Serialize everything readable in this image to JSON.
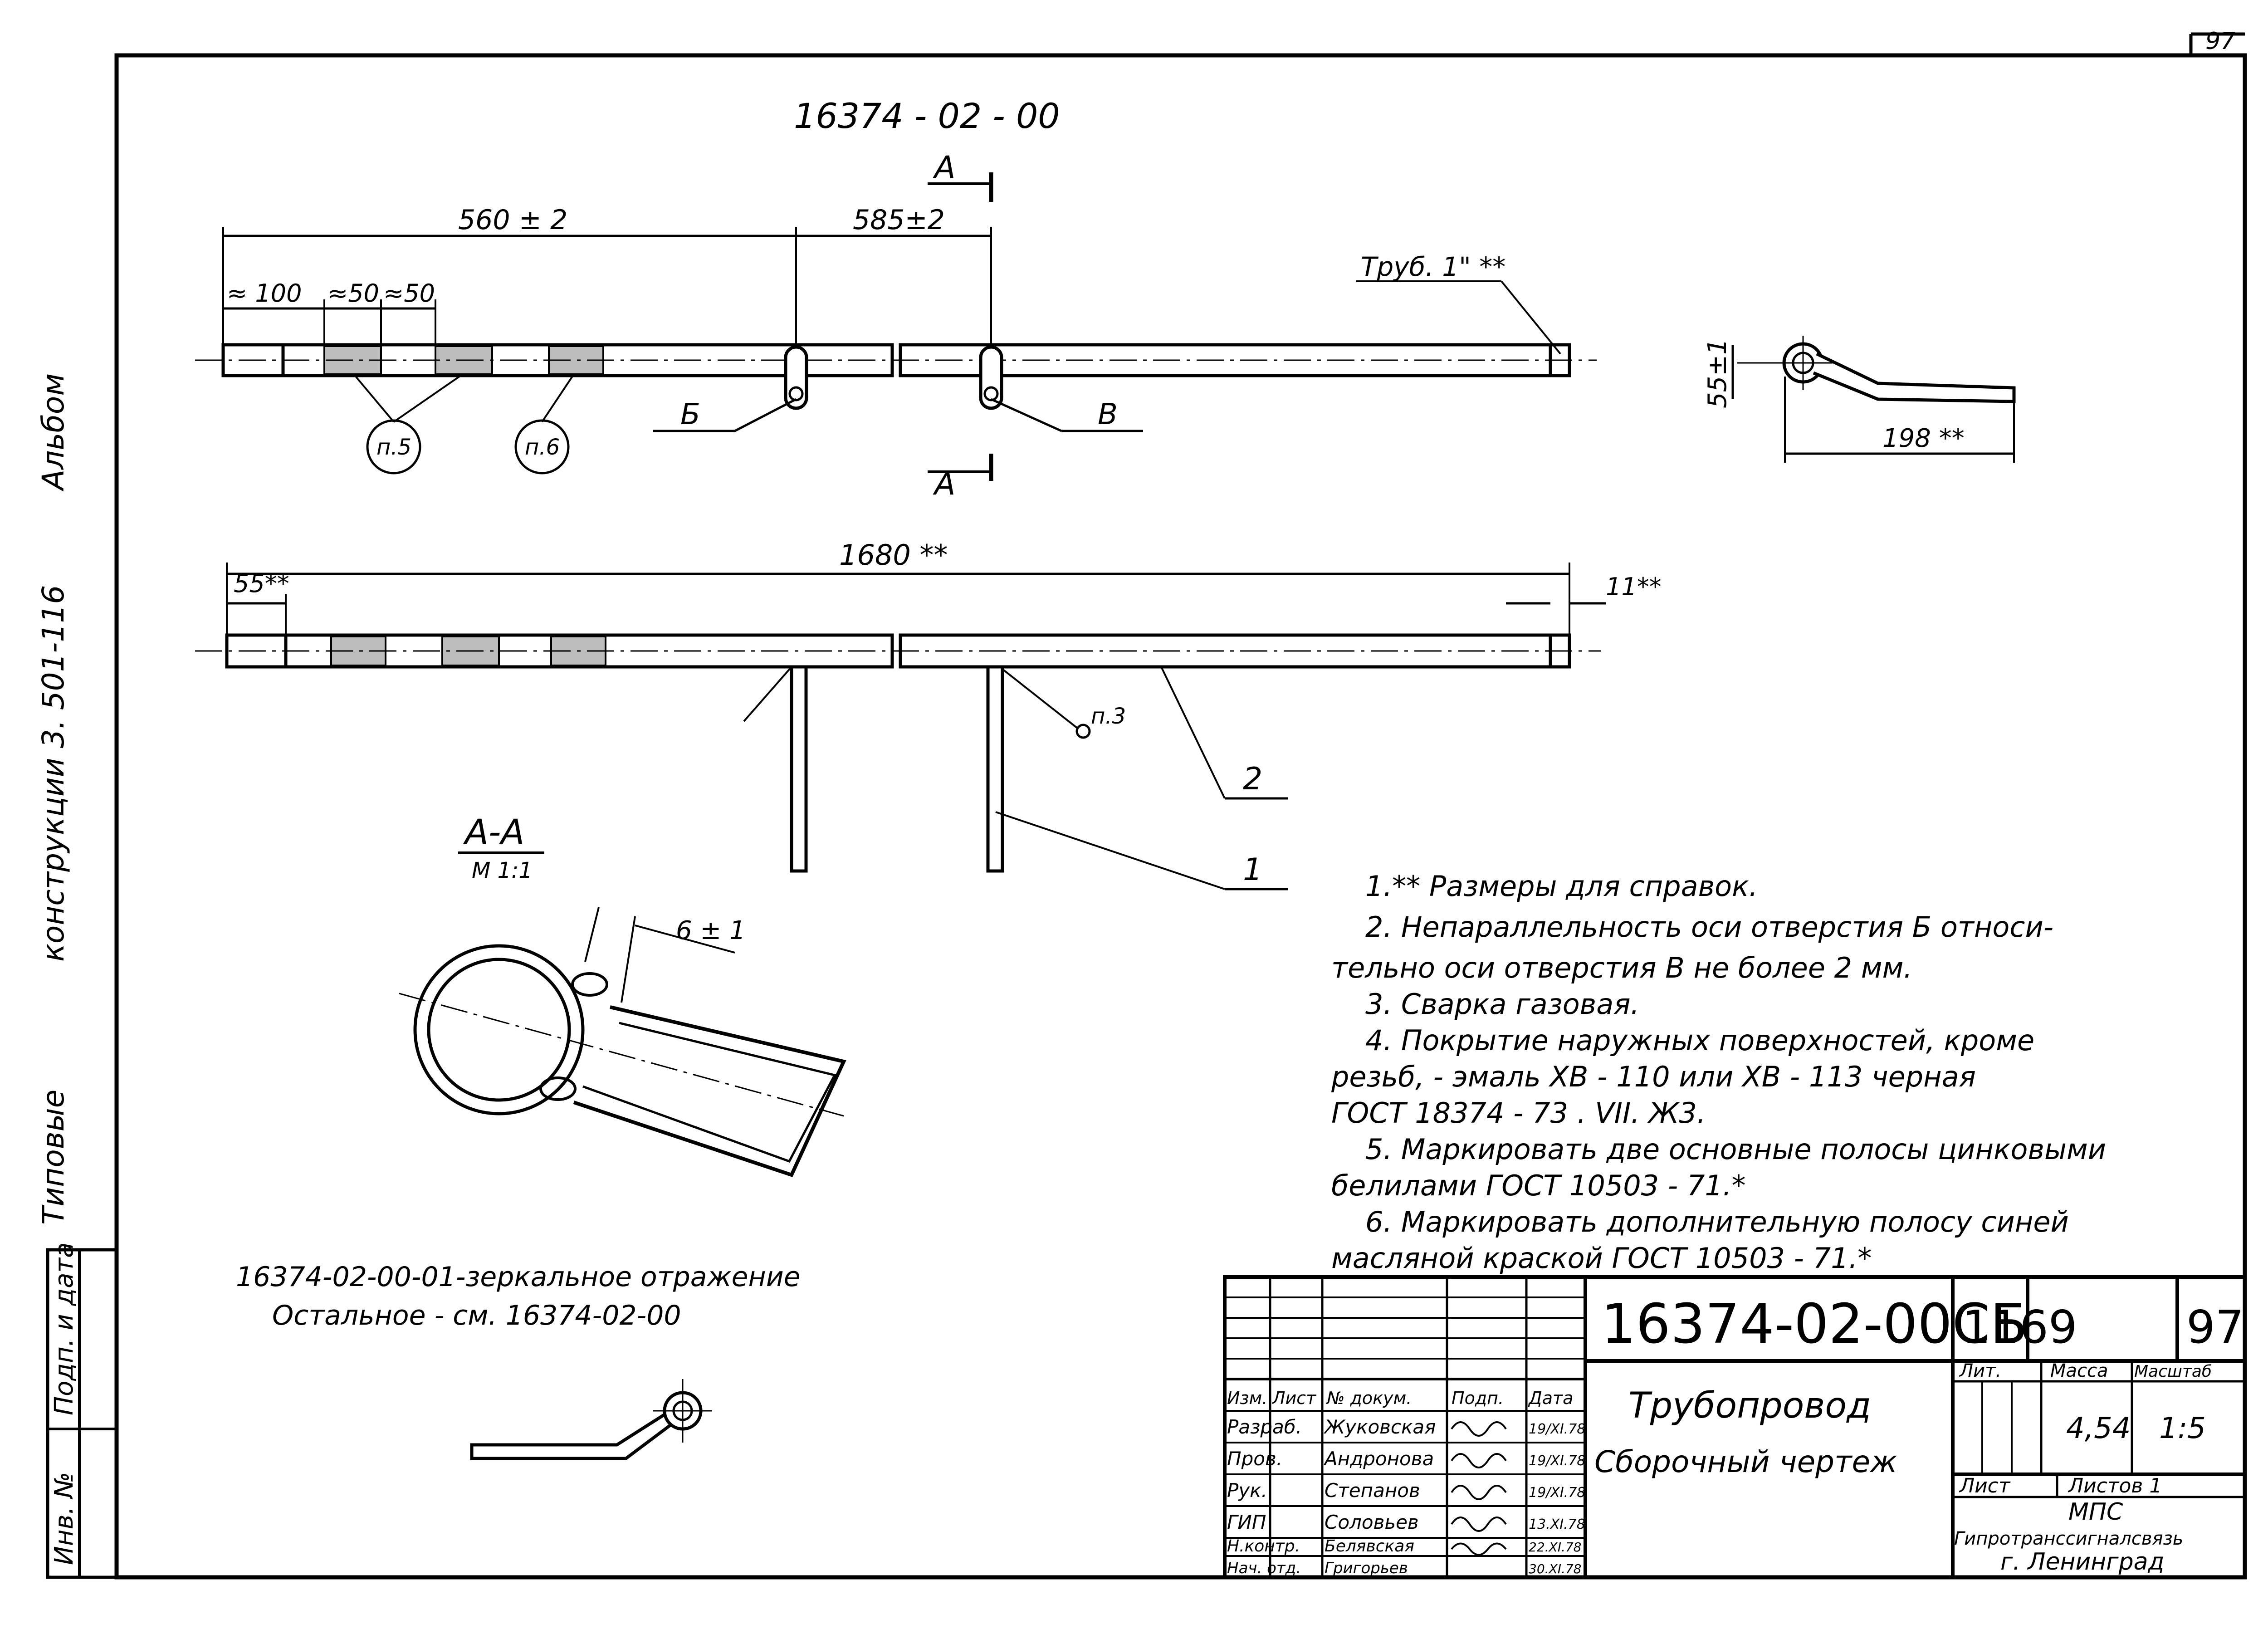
{
  "sheet": {
    "top_corner_number": "97",
    "side_stamp": {
      "inv_no": "Инв. №",
      "sign_date": "Подп. и дата"
    },
    "album_caption": {
      "part1": "Типовые",
      "part2": "конструкции 3. 501-116",
      "part3": "Альбом"
    }
  },
  "view_top": {
    "drawing_number": "16374 - 02 - 00",
    "dim_560": "560 ± 2",
    "dim_585": "585±2",
    "dim_100": "≈ 100",
    "dim_50a": "≈50",
    "dim_50b": "≈50",
    "thread_note": "Труб. 1\" **",
    "section_letter_top": "А",
    "section_letter_bottom": "А",
    "hole_b": "Б",
    "hole_v": "В",
    "callout_p5": "п.5",
    "callout_p6": "п.6"
  },
  "side_view": {
    "dim_55": "55±1",
    "dim_198": "198 **"
  },
  "view_bottom": {
    "dim_1680": "1680 **",
    "dim_55": "55**",
    "dim_11": "11**",
    "callout_p3": "п.3",
    "pos1": "1",
    "pos2": "2"
  },
  "section": {
    "title": "А-А",
    "scale": "М 1:1",
    "dim_6": "6 ± 1"
  },
  "mirror_note": {
    "line1": "16374-02-00-01-зеркальное отражение",
    "line2": "Остальное - см. 16374-02-00"
  },
  "notes": [
    "1.** Размеры  для  справок.",
    "2.  Непараллельность  оси  отверстия  Б  относи-",
    "тельно  оси  отверстия  В  не  более  2 мм.",
    "3.  Сварка   газовая.",
    "4.  Покрытие  наружных  поверхностей,  кроме",
    "резьб, - эмаль  ХВ - 110  или  ХВ - 113  черная",
    "ГОСТ  18374 - 73 .  VII. Ж3.",
    "5.  Маркировать  две  основные  полосы  цинковыми",
    "белилами    ГОСТ  10503 - 71.*",
    "6.  Маркировать  дополнительную  полосу  синей",
    "масляной   краской  ГОСТ  10503 - 71.*"
  ],
  "title_block": {
    "designation": "16374-02-00СБ",
    "album_no": "1169",
    "sheet_no": "97",
    "name_line1": "Трубопровод",
    "name_line2": "Сборочный  чертеж",
    "col_headers": [
      "Изм.",
      "Лист",
      "№ докум.",
      "Подп.",
      "Дата"
    ],
    "roles": [
      {
        "role": "Разраб.",
        "name": "Жуковская",
        "date": "19/XI.78"
      },
      {
        "role": "Пров.",
        "name": "Андронова",
        "date": "19/XI.78"
      },
      {
        "role": "Рук.",
        "name": "Степанов",
        "date": "19/XI.78"
      },
      {
        "role": "ГИП",
        "name": "Соловьев",
        "date": "13.XI.78"
      },
      {
        "role": "Н.контр.",
        "name": "Белявская",
        "date": "22.XI.78"
      },
      {
        "role": "Нач. отд.",
        "name": "Григорьев",
        "date": "30.XI.78"
      }
    ],
    "lit_label": "Лит.",
    "mass_label": "Масса",
    "scale_label": "Масштаб",
    "mass": "4,54",
    "scale": "1:5",
    "sheet_label": "Лист",
    "sheets_label": "Листов 1",
    "org1": "МПС",
    "org2": "Гипротранссигналсвязь",
    "org3": "г.  Ленинград"
  }
}
